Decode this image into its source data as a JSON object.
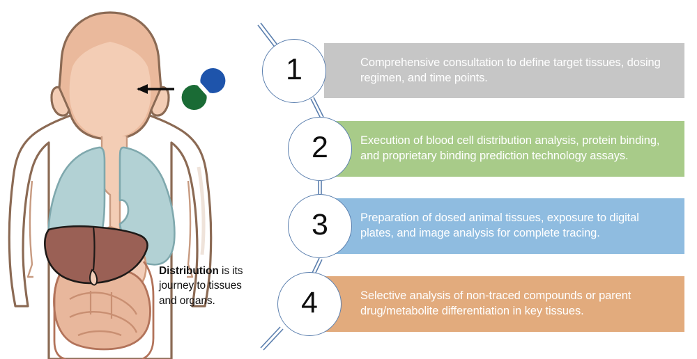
{
  "illustration": {
    "name": "human-body-anatomy-figure",
    "arrow": {
      "name": "left-arrow",
      "direction": "left"
    },
    "capsule": {
      "name": "pill-capsule",
      "top_color": "#1e54ab",
      "bottom_color": "#1a6b35"
    },
    "organs": [
      {
        "name": "lungs",
        "color": "#b2d1d4"
      },
      {
        "name": "liver",
        "color": "#9a6055"
      },
      {
        "name": "stomach",
        "color": "#f2cdb8"
      },
      {
        "name": "intestines",
        "color": "#e8b79c"
      }
    ],
    "skin_color": "#f3cdb5",
    "hair_color": "#eab99c",
    "outline_color": "#8b6a54"
  },
  "caption": {
    "lead": "Distribution",
    "rest": " is its journey to tissues and organs."
  },
  "flow": {
    "steps": [
      {
        "number": "1",
        "text": "Comprehensive consultation to define target tissues, dosing regimen, and time points.",
        "color": "#c6c6c6"
      },
      {
        "number": "2",
        "text": "Execution of blood cell distribution analysis, protein binding, and proprietary binding prediction technology assays.",
        "color": "#a8cb89"
      },
      {
        "number": "3",
        "text": "Preparation of dosed animal tissues, exposure to digital plates, and image analysis for complete tracing.",
        "color": "#8fbce0"
      },
      {
        "number": "4",
        "text": "Selective analysis of non-traced compounds or parent drug/metabolite differentiation in key tissues.",
        "color": "#e2ab7d"
      }
    ],
    "connector_color": "#5b7fae",
    "circle_border_color": "#5b7fae",
    "text_color": "#ffffff"
  }
}
